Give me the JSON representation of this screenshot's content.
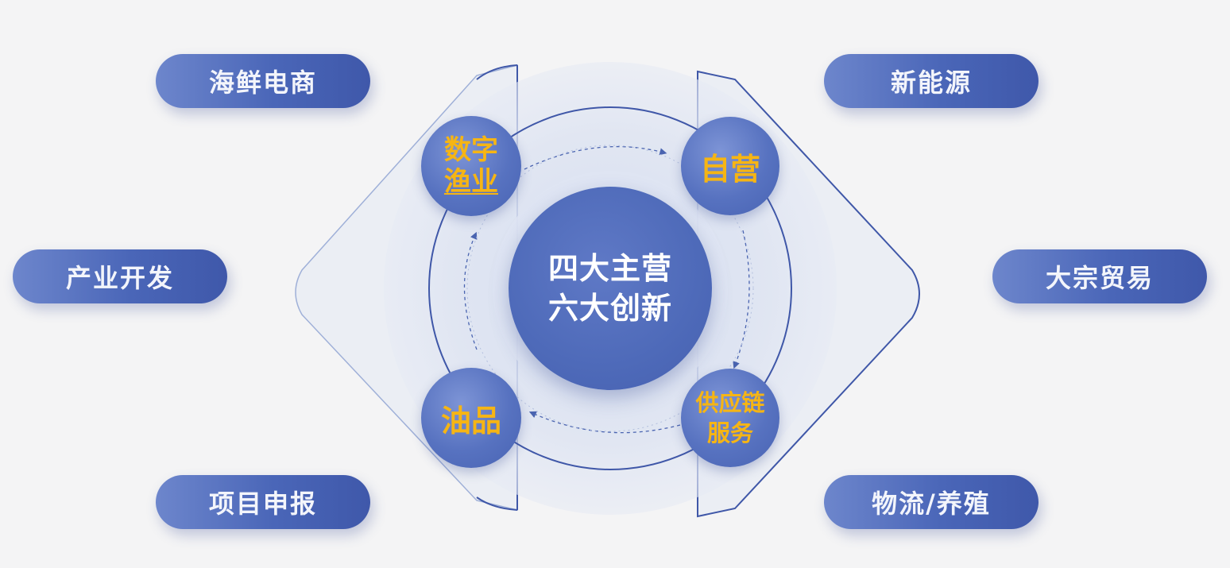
{
  "center": {
    "line1": "四大主营",
    "line2": "六大创新"
  },
  "inner_nodes": {
    "digital_fishery": {
      "line1": "数字",
      "line2": "渔业"
    },
    "self_operated": {
      "label": "自营"
    },
    "oil": {
      "label": "油品"
    },
    "supply_chain": {
      "line1": "供应链",
      "line2": "服务"
    }
  },
  "outer_pills": {
    "top_left": "海鲜电商",
    "top_right": "新能源",
    "mid_left": "产业开发",
    "mid_right": "大宗贸易",
    "bottom_left": "项目申报",
    "bottom_right": "物流/养殖"
  },
  "colors": {
    "background": "#f4f4f5",
    "pill_blue": "#4a66b8",
    "node_blue": "#5772c0",
    "accent_yellow": "#f6b514",
    "line_blue": "#3f57a8"
  }
}
